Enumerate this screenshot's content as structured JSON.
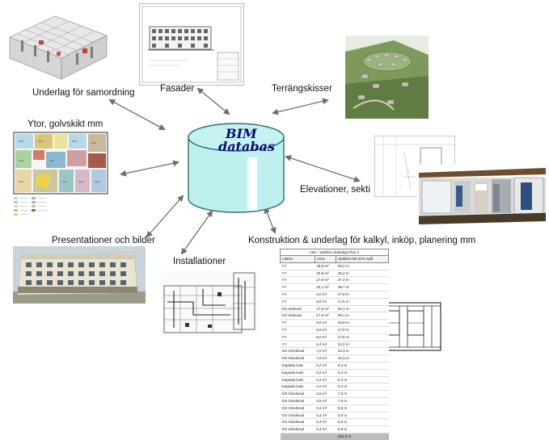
{
  "center": {
    "line1": "BIM",
    "line2": "databas"
  },
  "labels": {
    "samordning": "Underlag för samordning",
    "fasader": "Fasader",
    "terrang": "Terrängskisser",
    "ytor": "Ytor, golvskikt mm",
    "elevationer": "Elevationer, sekti",
    "presentationer": "Presentationer och bilder",
    "installationer": "Installationer",
    "konstruktion": "Konstruktion & underlag för kalkyl, inköp, planering mm"
  },
  "schedule": {
    "title": "A50 - Spikket utvändigt Plan 2",
    "headers": [
      "Littera",
      "Area",
      "Spikket inkl 20% spill"
    ],
    "rows": [
      [
        "YY",
        "18,8 m²",
        "38,2 m"
      ],
      [
        "YY",
        "20,8 m²",
        "45,2 m"
      ],
      [
        "YY",
        "17,8 m²",
        "37,3 m"
      ],
      [
        "YY",
        "22,1 m²",
        "48,7 m"
      ],
      [
        "YY",
        "8,0 m²",
        "17,6 m"
      ],
      [
        "YY",
        "8,0 m²",
        "17,6 m"
      ],
      [
        "GS Isolerad",
        "17,8 m²",
        "39,1 m"
      ],
      [
        "GS Isolerad",
        "17,8 m²",
        "39,1 m"
      ],
      [
        "YY",
        "8,6 m²",
        "18,9 m"
      ],
      [
        "YY",
        "8,0 m²",
        "17,6 m"
      ],
      [
        "YY",
        "8,0 m²",
        "17,6 m"
      ],
      [
        "YY",
        "6,4 m²",
        "14,2 m"
      ],
      [
        "GS Gisolerad",
        "7,0 m²",
        "15,3 m"
      ],
      [
        "GS Gisolerad",
        "7,0 m²",
        "15,3 m"
      ],
      [
        "Kapsida lode",
        "0,2 m²",
        "0,4 m"
      ],
      [
        "Kapsida lode",
        "0,2 m²",
        "0,3 m"
      ],
      [
        "Kapsida lode",
        "0,2 m²",
        "0,3 m"
      ],
      [
        "Kapsida lode",
        "0,2 m²",
        "0,3 m"
      ],
      [
        "GS Gisolerad",
        "3,6 m²",
        "7,9 m"
      ],
      [
        "GS Gisolerad",
        "3,6 m²",
        "7,9 m"
      ],
      [
        "GS Gisolerad",
        "0,4 m²",
        "0,8 m"
      ],
      [
        "GS Gisolerad",
        "0,4 m²",
        "0,8 m"
      ],
      [
        "GS Gisolerad",
        "0,4 m²",
        "0,8 m"
      ],
      [
        "GS Gisolerad",
        "0,4 m²",
        "0,8 m"
      ]
    ],
    "total": "484,0 m"
  },
  "colors": {
    "cylinder": "#bff0f0",
    "cylinder_edge": "#2f6f6f",
    "text_blue": "#0a0a70",
    "arrow": "#6e6e6e"
  }
}
